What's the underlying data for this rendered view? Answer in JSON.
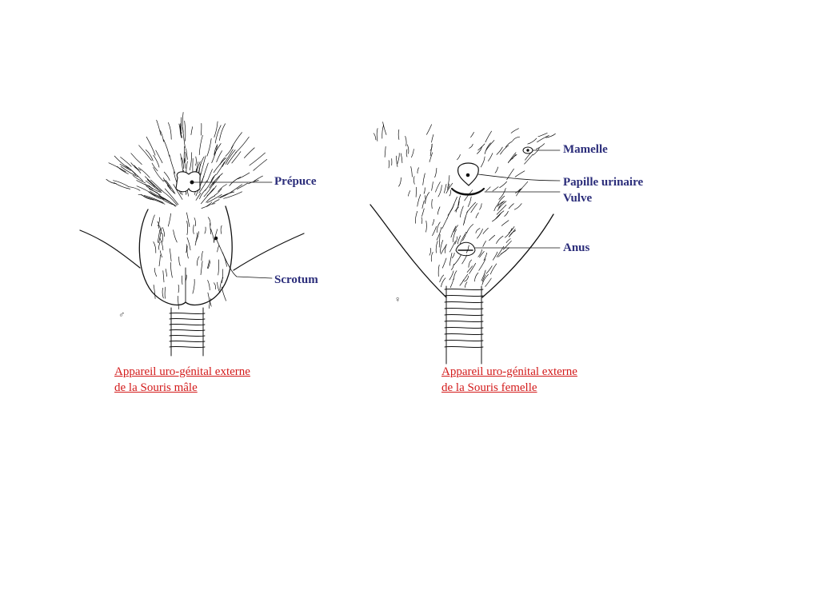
{
  "male": {
    "labels": {
      "prepuce": "Prépuce",
      "scrotum": "Scrotum"
    },
    "symbol": "♂",
    "caption": {
      "line1": "Appareil uro-génital externe",
      "line2": "de la Souris mâle"
    }
  },
  "female": {
    "labels": {
      "mamelle": "Mamelle",
      "papille": "Papille urinaire",
      "vulve": "Vulve",
      "anus": "Anus"
    },
    "symbol": "♀",
    "caption": {
      "line1": "Appareil uro-génital externe",
      "line2": "de la Souris femelle"
    }
  },
  "colors": {
    "label": "#2b2d7a",
    "caption": "#d31a1a",
    "ink": "#111111"
  }
}
